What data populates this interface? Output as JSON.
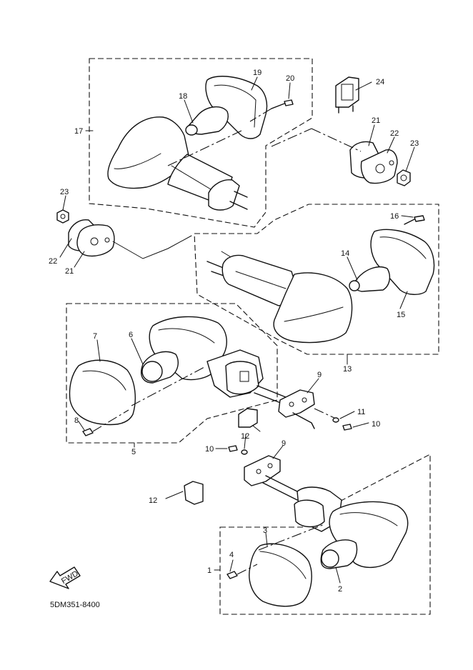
{
  "diagram": {
    "part_code": "5DM351-8400",
    "fwd_text": "FWD",
    "callouts": [
      "24",
      "19",
      "20",
      "18",
      "17",
      "21",
      "22",
      "23",
      "23",
      "22",
      "21",
      "16",
      "14",
      "15",
      "13",
      "7",
      "6",
      "9",
      "8",
      "5",
      "11",
      "10",
      "12",
      "9",
      "10",
      "11",
      "12",
      "3",
      "4",
      "1",
      "2"
    ]
  }
}
